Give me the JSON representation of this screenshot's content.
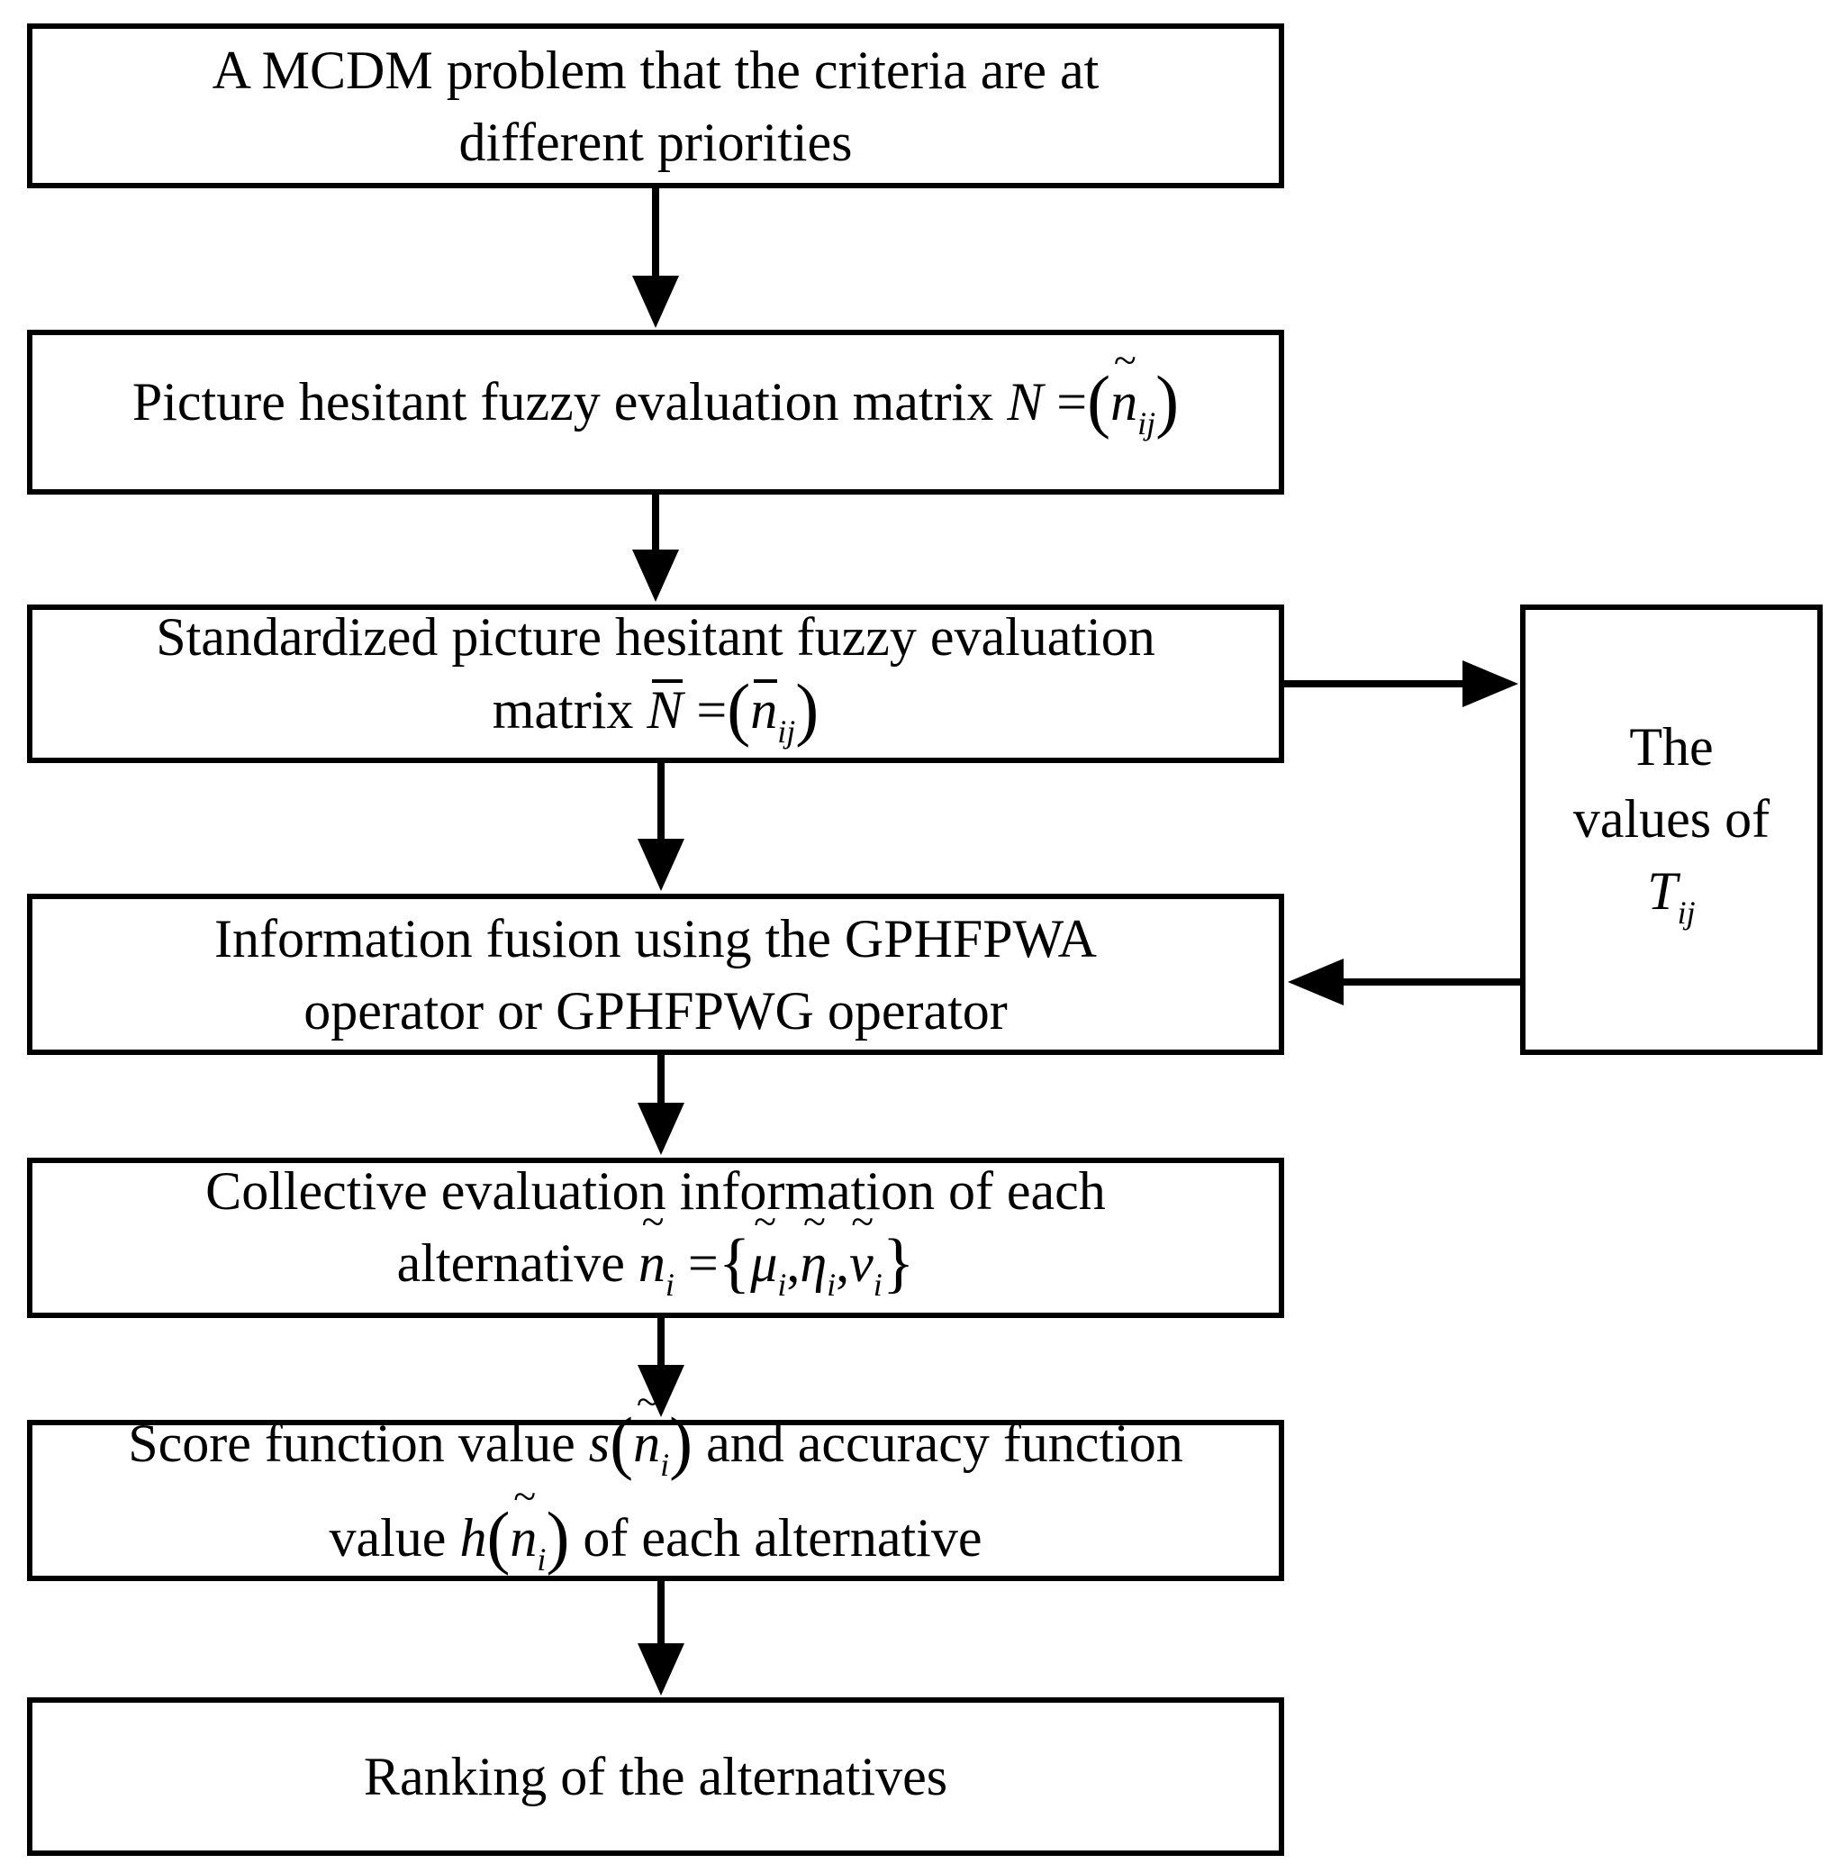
{
  "steps": [
    {
      "line1": "A MCDM problem that the criteria are at",
      "line2": "different priorities"
    },
    {
      "text": "Picture hesitant fuzzy evaluation matrix ",
      "var": "N",
      "eq": "=",
      "lp": "(",
      "sym": "n",
      "sub": "ij",
      "rp": ")"
    },
    {
      "line1": "Standardized picture hesitant fuzzy evaluation",
      "text": "matrix ",
      "var": "N",
      "eq": "=",
      "lp": "(",
      "sym": "n",
      "sub": "ij",
      "rp": ")"
    },
    {
      "line1": "Information fusion using the GPHFPWA",
      "line2": "operator or GPHFPWG operator"
    },
    {
      "line1": "Collective evaluation information of each",
      "text": "alternative ",
      "sym": "n",
      "sub": "i",
      "eq": "=",
      "lb": "{",
      "m1": "μ",
      "m1sub": "i",
      "m2": "η",
      "m2sub": "i",
      "m3": "v",
      "m3sub": "i",
      "comma": ",",
      "rb": "}"
    },
    {
      "line1a": "Score function value ",
      "s": "s",
      "lp": "(",
      "sym": "n",
      "sub": "i",
      "rp": ")",
      "line1b": " and accuracy function",
      "line2a": "value ",
      "h": "h",
      "line2b": " of each alternative"
    },
    {
      "line1": "Ranking of the alternatives"
    }
  ],
  "side": {
    "line1": "The",
    "line2": "values of",
    "var": "T",
    "sub": "ij"
  }
}
